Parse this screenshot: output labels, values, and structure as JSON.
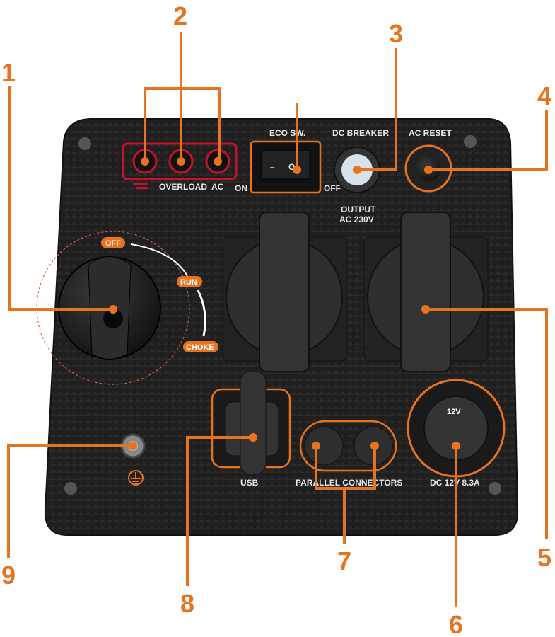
{
  "colors": {
    "accent": "#e8731e",
    "panel": "#1f1f1f",
    "indicator_frame": "#c8102e"
  },
  "callouts": [
    "1",
    "2",
    "3",
    "4",
    "5",
    "6",
    "7",
    "8",
    "9"
  ],
  "panel_labels": {
    "overload": "OVERLOAD",
    "ac": "AC",
    "eco_switch": "ECO SW.",
    "on": "ON",
    "off": "OFF",
    "dc_breaker": "DC BREAKER",
    "ac_reset": "AC RESET",
    "output_line1": "OUTPUT",
    "output_line2": "AC 230V",
    "usb": "USB",
    "parallel": "PARALLEL CONNECTORS",
    "dc_output": "DC 12V 8.3A",
    "dc_socket_face": "12V"
  },
  "dial_positions": {
    "off": "OFF",
    "run": "RUN",
    "choke": "CHOKE"
  },
  "switch_marks": {
    "on": "–",
    "off": "O"
  }
}
